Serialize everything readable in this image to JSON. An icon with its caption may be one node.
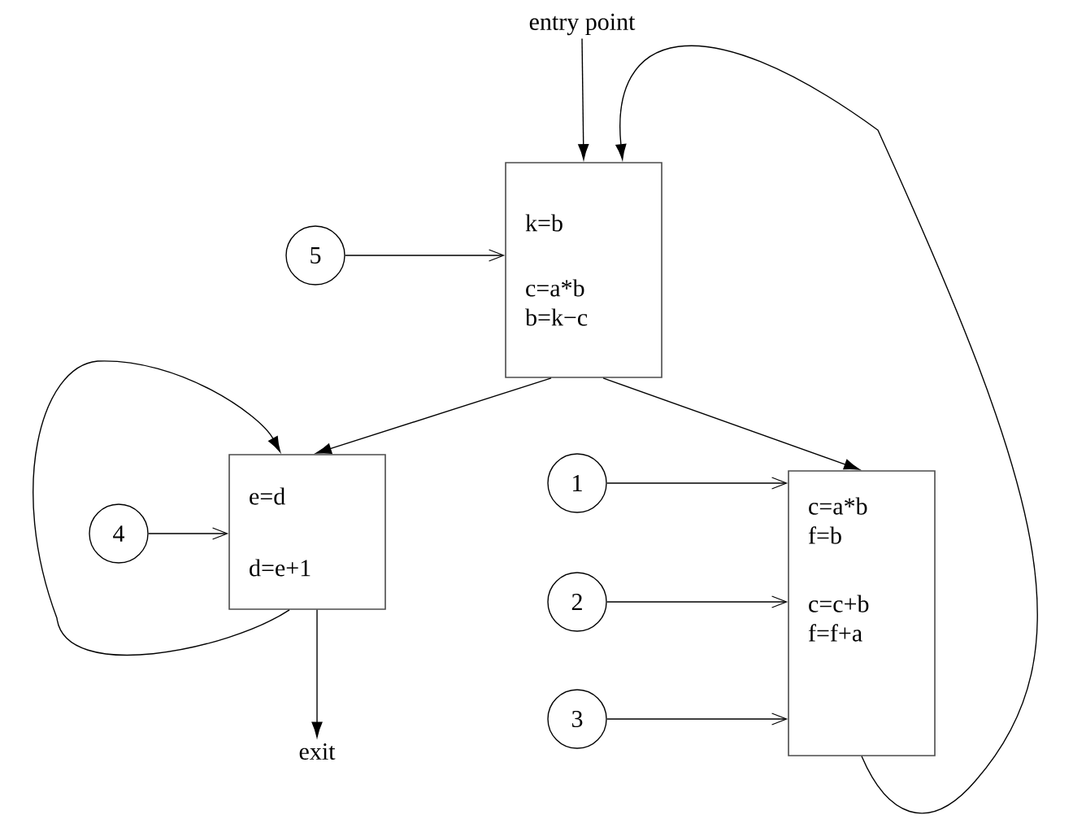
{
  "diagram": {
    "nodes": [
      {
        "text": [
          "entry point"
        ]
      },
      {
        "text": [
          "k=b",
          "c=a*b",
          "b=k−c"
        ]
      },
      {
        "text": [
          "5"
        ]
      },
      {
        "text": [
          "e=d",
          "d=e+1"
        ]
      },
      {
        "text": [
          "4"
        ]
      },
      {
        "text": [
          "c=a*b",
          "f=b",
          "c=c+b",
          "f=f+a"
        ]
      },
      {
        "text": [
          "1"
        ]
      },
      {
        "text": [
          "2"
        ]
      },
      {
        "text": [
          "3"
        ]
      },
      {
        "text": [
          "exit"
        ]
      }
    ],
    "edges": [
      {
        "from": 0,
        "to": 1,
        "arrow": "to"
      },
      {
        "from": 2,
        "to": 1,
        "arrow": "to"
      },
      {
        "from": 1,
        "to": 3,
        "arrow": "to"
      },
      {
        "from": 1,
        "to": 5,
        "arrow": "to"
      },
      {
        "from": 4,
        "to": 3,
        "arrow": "to"
      },
      {
        "from": 3,
        "to": 3,
        "arrow": "to"
      },
      {
        "from": 3,
        "to": 9,
        "arrow": "to"
      },
      {
        "from": 6,
        "to": 5,
        "arrow": "to"
      },
      {
        "from": 7,
        "to": 5,
        "arrow": "to"
      },
      {
        "from": 8,
        "to": 5,
        "arrow": "to"
      },
      {
        "from": 5,
        "to": 1,
        "arrow": "to"
      }
    ]
  }
}
